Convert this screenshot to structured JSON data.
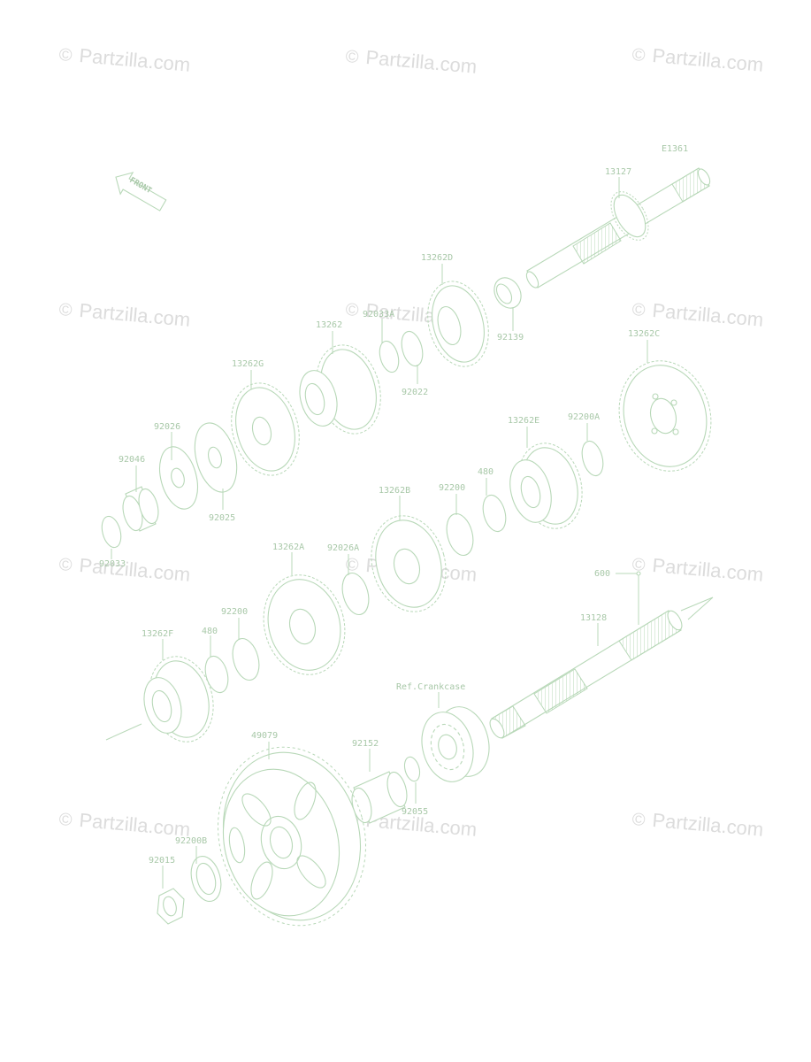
{
  "watermark": "Partzilla.com",
  "figure_code": "E1361",
  "front_label": "FRONT",
  "ref_crankcase": "Ref.Crankcase",
  "labels": {
    "p13127": "13127",
    "p13262D": "13262D",
    "p92139": "92139",
    "p92033A": "92033A",
    "p13262": "13262",
    "p92022": "92022",
    "p13262G": "13262G",
    "p13262C": "13262C",
    "p92026": "92026",
    "p92046": "92046",
    "p92025": "92025",
    "p92033": "92033",
    "p13262E": "13262E",
    "p92200A": "92200A",
    "p480a": "480",
    "p92200a": "92200",
    "p13262B": "13262B",
    "p13262A": "13262A",
    "p92026A": "92026A",
    "p92200b": "92200",
    "p480b": "480",
    "p13262F": "13262F",
    "p600": "600",
    "p13128": "13128",
    "p49079": "49079",
    "p92152": "92152",
    "p92055": "92055",
    "p92200B": "92200B",
    "p92015": "92015"
  }
}
